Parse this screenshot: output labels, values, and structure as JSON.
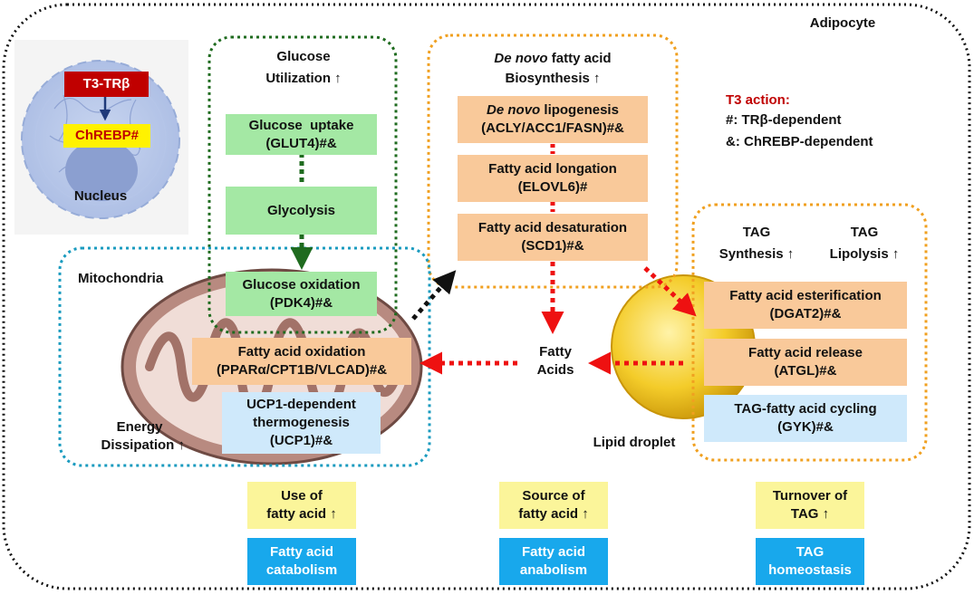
{
  "cell_label": "Adipocyte",
  "nucleus": {
    "trb": "T3-TRβ",
    "chrebp": "ChREBP#",
    "label": "Nucleus"
  },
  "legend": {
    "title": "T3 action:",
    "line1": "#: TRβ-dependent",
    "line2": "&: ChREBP-dependent"
  },
  "glucose": {
    "title1": "Glucose",
    "title2": "Utilization ↑",
    "uptake1": "Glucose  uptake",
    "uptake2": "(GLUT4)#&",
    "glycolysis": "Glycolysis",
    "oxidation1": "Glucose oxidation",
    "oxidation2": "(PDK4)#&"
  },
  "denovo": {
    "title_italic": "De novo",
    "title_rest": " fatty acid",
    "title2": "Biosynthesis ↑",
    "lipo_italic": "De novo",
    "lipo_rest": " lipogenesis",
    "lipo2": "(ACLY/ACC1/FASN)#&",
    "longation1": "Fatty acid longation",
    "longation2": "(ELOVL6)#",
    "desat1": "Fatty acid desaturation",
    "desat2": "(SCD1)#&"
  },
  "mito": {
    "label": "Mitochondria",
    "fao1": "Fatty acid oxidation",
    "fao2": "(PPARα/CPT1B/VLCAD)#&",
    "ucp1": "UCP1-dependent",
    "ucp2": "thermogenesis",
    "ucp3": "(UCP1)#&",
    "energy1": "Energy",
    "energy2": "Dissipation ↑"
  },
  "fatty_acids": {
    "line1": "Fatty",
    "line2": "Acids"
  },
  "tag": {
    "synth1": "TAG",
    "synth2": "Synthesis ↑",
    "lipo1": "TAG",
    "lipo2": "Lipolysis ↑",
    "ester1": "Fatty acid esterification",
    "ester2": "(DGAT2)#&",
    "release1": "Fatty acid release",
    "release2": "(ATGL)#&",
    "cycling1": "TAG-fatty acid cycling",
    "cycling2": "(GYK)#&",
    "droplet": "Lipid droplet"
  },
  "bottom": {
    "use1": "Use of",
    "use2": "fatty acid ↑",
    "source1": "Source of",
    "source2": "fatty acid ↑",
    "turn1": "Turnover of",
    "turn2": "TAG ↑",
    "cat1": "Fatty acid",
    "cat2": "catabolism",
    "ana1": "Fatty acid",
    "ana2": "anabolism",
    "homeo1": "TAG",
    "homeo2": "homeostasis"
  },
  "colors": {
    "green_dash": "#2e7d32",
    "orange_dash": "#f0a020",
    "teal_dash": "#1a9bbf",
    "red_arrow": "#ee1111",
    "dark_red": "#c00000",
    "navy": "#1f3a7a",
    "mito_fill": "#b98a80",
    "droplet_fill": "#f2c322"
  }
}
